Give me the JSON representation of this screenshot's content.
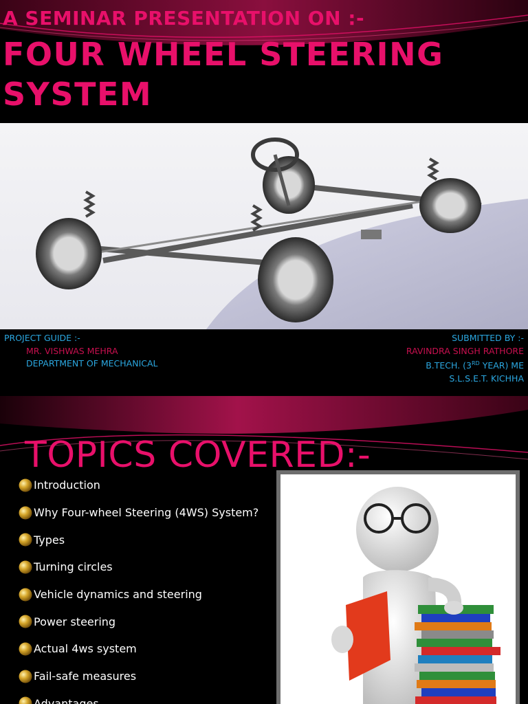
{
  "slide1": {
    "heading_line1": "A SEMINAR PRESENTATION ON :-",
    "heading_line2": "FOUR WHEEL STEERING SYSTEM",
    "image_icon": "chassis-steering-illustration",
    "guide": {
      "label": "PROJECT GUIDE  :-",
      "name": "MR. VISHWAS MEHRA",
      "dept": "DEPARTMENT OF MECHANICAL"
    },
    "submitted": {
      "label": "SUBMITTED BY :-",
      "name": "RAVINDRA SINGH RATHORE",
      "course_pre": "B.TECH. (3",
      "course_sup": "RD",
      "course_post": " YEAR) ME",
      "college": "S.L.S.E.T.  KICHHA"
    }
  },
  "slide2": {
    "title": "TOPICS COVERED:-",
    "bullet_icon": "gold-ball-bullet-icon",
    "image_icon": "person-with-books-illustration",
    "topics": [
      "Introduction",
      "Why Four-wheel Steering (4WS) System?",
      "Types",
      "Turning circles",
      "Vehicle dynamics and steering",
      "Power steering",
      "Actual  4ws system",
      "Fail-safe measures",
      "Advantages"
    ]
  },
  "colors": {
    "accent": "#e8106a",
    "credit_blue": "#2ba7e0",
    "credit_pink": "#c8104f",
    "background": "#000000"
  }
}
